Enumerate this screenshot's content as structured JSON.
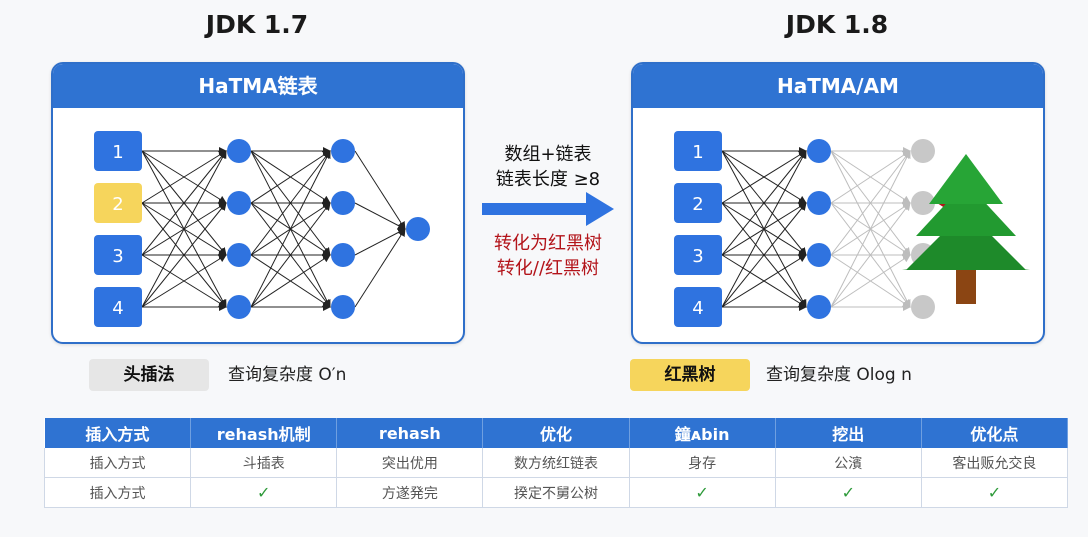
{
  "header": {
    "left_version": "JDK 1.7",
    "right_version": "JDK 1.8"
  },
  "left_panel": {
    "title": "HaTMA链表",
    "input_labels": [
      "1",
      "2",
      "3",
      "4"
    ],
    "highlighted_input": "2"
  },
  "right_panel": {
    "title": "HaTMA/AM",
    "input_labels": [
      "1",
      "2",
      "3",
      "4"
    ],
    "icon": "pine-tree-icon"
  },
  "middle": {
    "line1": "数组+链表",
    "line2": "链表长度 ≥8",
    "red_line1": "转化为红黑树",
    "red_line2": "转化//红黑树"
  },
  "left_footer": {
    "badge": "头插法",
    "complexity": "查询复杂度 O′n"
  },
  "right_footer": {
    "badge": "红黑树",
    "complexity": "查询复杂度 Olog  n"
  },
  "table": {
    "headers": [
      "插入方式",
      "rehash机制",
      "rehash",
      "优化",
      "鐘ᴀbin",
      "挖出",
      "优化点"
    ],
    "rows": [
      [
        "插入方式",
        "⽃插表",
        "突出优用",
        "数方统红链表",
        "⾝存",
        "公濱",
        "客出贩允交良"
      ],
      [
        "插入方式",
        "✓",
        "方遂発完",
        "揆定不舅公树",
        "✓",
        "✓",
        "✓"
      ]
    ]
  },
  "colors": {
    "accent_blue": "#2f73d2",
    "node_blue": "#2f73e0",
    "highlight_yellow": "#f6d55c",
    "faded_node": "#c8c8c8",
    "red_text": "#b3141a",
    "tree_green": "#1e8a2a",
    "trunk_brown": "#8b4513"
  }
}
